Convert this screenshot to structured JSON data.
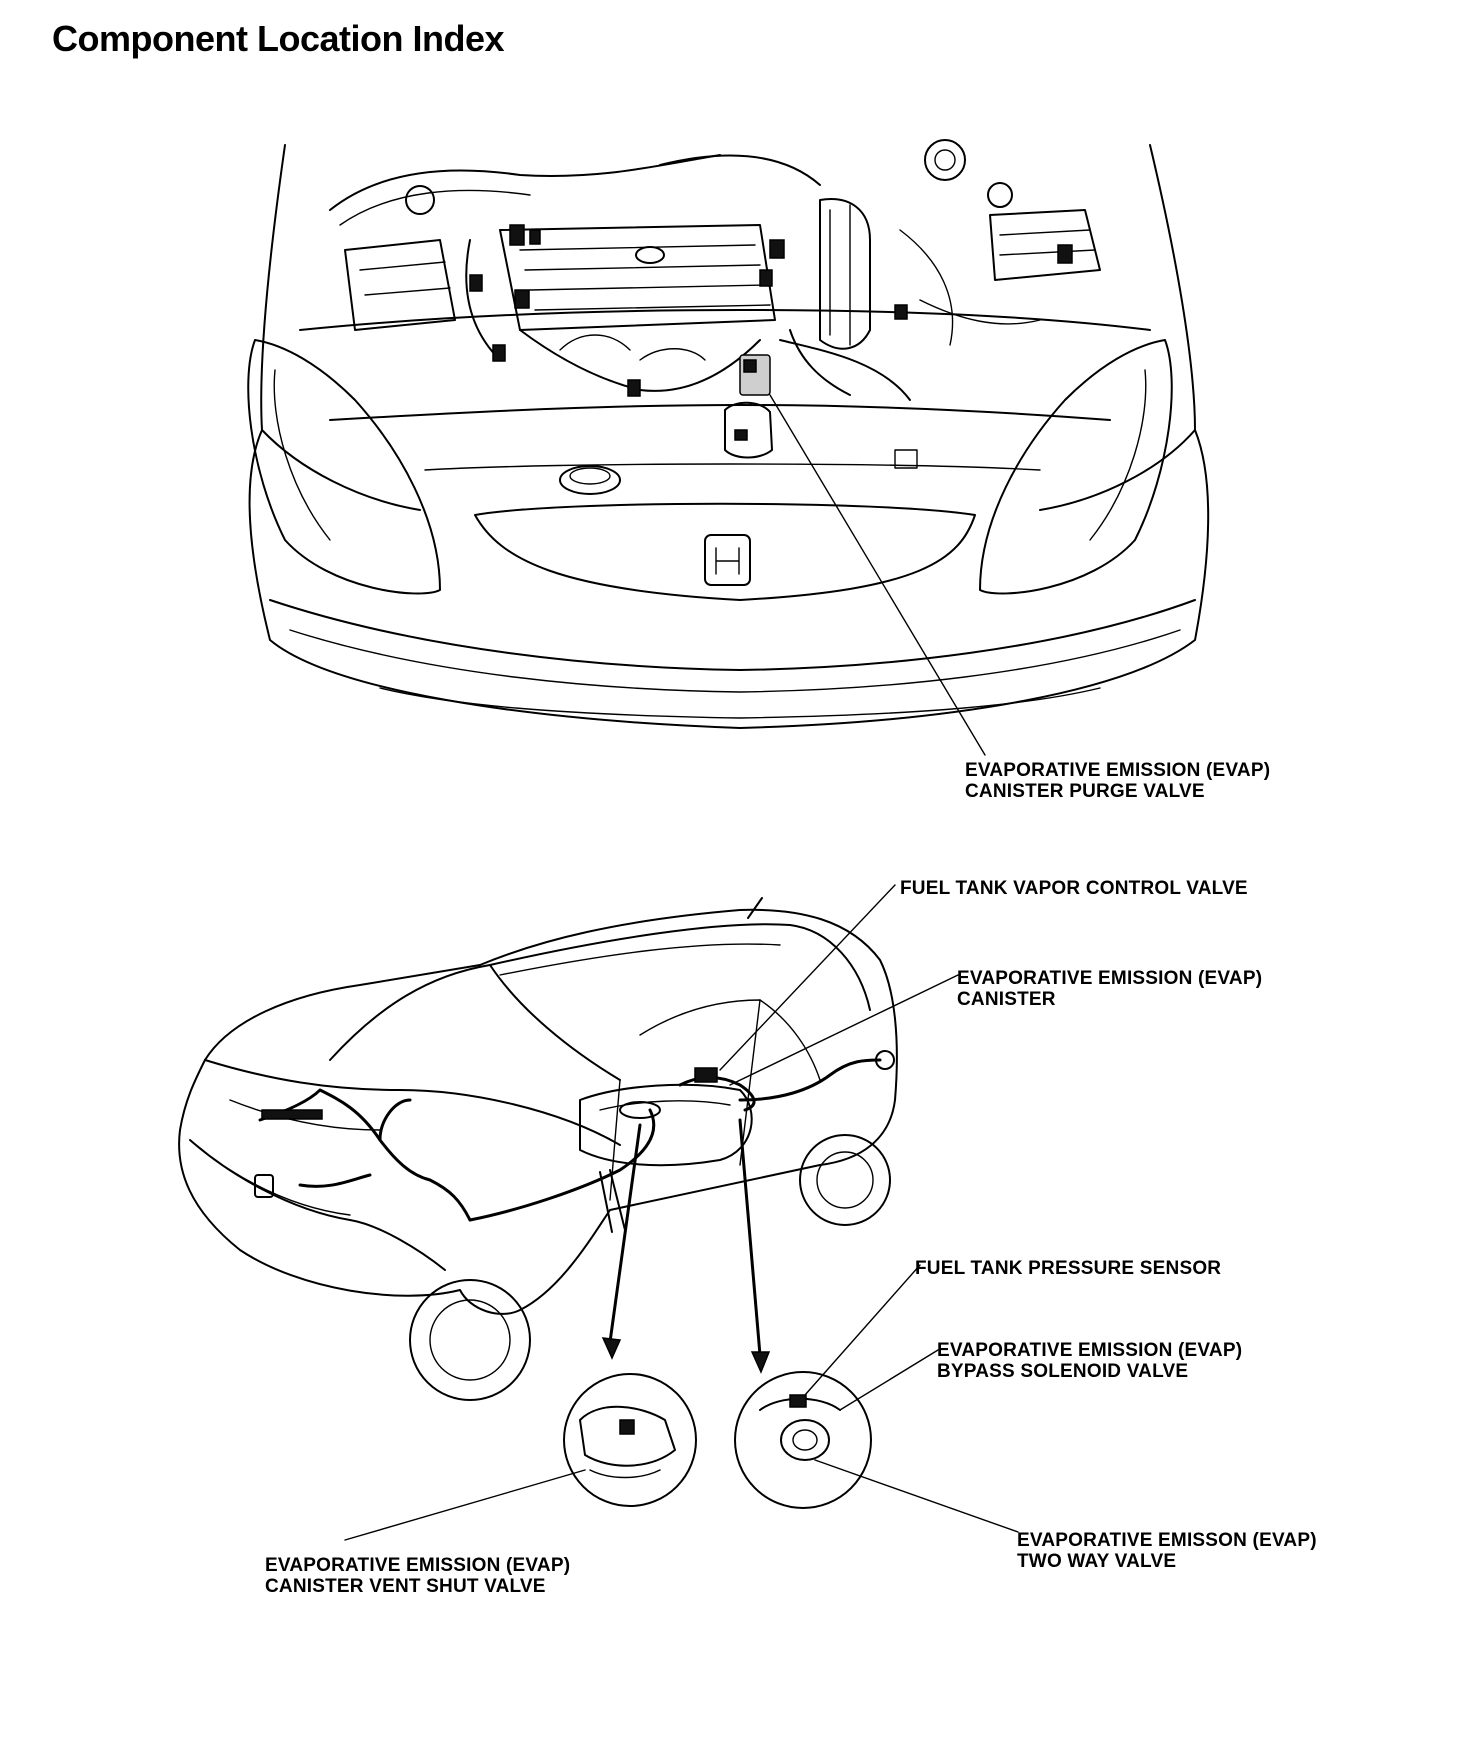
{
  "page": {
    "title": "Component Location Index"
  },
  "labels": {
    "purge_valve": [
      "EVAPORATIVE EMISSION (EVAP)",
      "CANISTER PURGE VALVE"
    ],
    "vapor_control_valve": [
      "FUEL TANK VAPOR CONTROL VALVE"
    ],
    "canister": [
      "EVAPORATIVE EMISSION (EVAP)",
      "CANISTER"
    ],
    "pressure_sensor": [
      "FUEL TANK PRESSURE SENSOR"
    ],
    "bypass_solenoid": [
      "EVAPORATIVE EMISSION (EVAP)",
      "BYPASS SOLENOID VALVE"
    ],
    "two_way_valve": [
      "EVAPORATIVE EMISSON (EVAP)",
      "TWO WAY VALVE"
    ],
    "vent_shut_valve": [
      "EVAPORATIVE EMISSION (EVAP)",
      "CANISTER VENT SHUT VALVE"
    ]
  }
}
